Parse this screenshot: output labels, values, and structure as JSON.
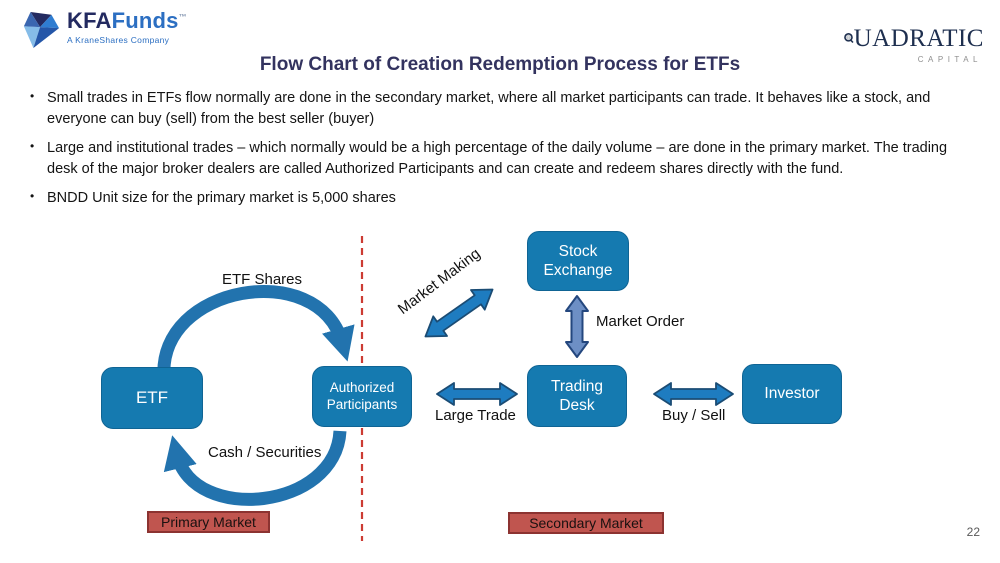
{
  "header": {
    "kfa_logo": {
      "kfa": "KFA",
      "funds": "Funds",
      "tm": "™",
      "tagline": "A KraneShares Company"
    },
    "quadratic_logo": {
      "rest": "UADRATIC",
      "subtitle": "CAPITAL"
    }
  },
  "title": "Flow Chart of Creation Redemption Process for ETFs",
  "bullets": [
    "Small trades in ETFs flow normally are done in the secondary market, where all market participants can trade. It behaves like a stock, and everyone can buy (sell) from the best seller (buyer)",
    "Large and institutional trades – which normally would be a high percentage of the daily volume – are done in the primary market. The trading desk of the major broker dealers are called Authorized Participants and can create and redeem shares directly with the fund.",
    "BNDD Unit size for the primary market is 5,000 shares"
  ],
  "diagram": {
    "nodes": {
      "etf": "ETF",
      "authorized_participants": "Authorized Participants",
      "stock_exchange": "Stock Exchange",
      "trading_desk": "Trading Desk",
      "investor": "Investor"
    },
    "labels": {
      "etf_shares": "ETF Shares",
      "cash_securities": "Cash / Securities",
      "market_making": "Market Making",
      "market_order": "Market Order",
      "large_trade": "Large Trade",
      "buy_sell": "Buy / Sell",
      "primary_market": "Primary Market",
      "secondary_market": "Secondary Market"
    },
    "colors": {
      "node_fill": "#157ab0",
      "node_border": "#0f6494",
      "arc_blue": "#2273ae",
      "arrow_fill": "#1e7cc0",
      "arrow_border": "#1b4c74",
      "order_fill": "#6d8fc5",
      "order_border": "#24477e",
      "divider_red": "#cc3b33",
      "market_fill": "#c0554f",
      "market_border": "#8c3331"
    }
  },
  "page_number": "22"
}
